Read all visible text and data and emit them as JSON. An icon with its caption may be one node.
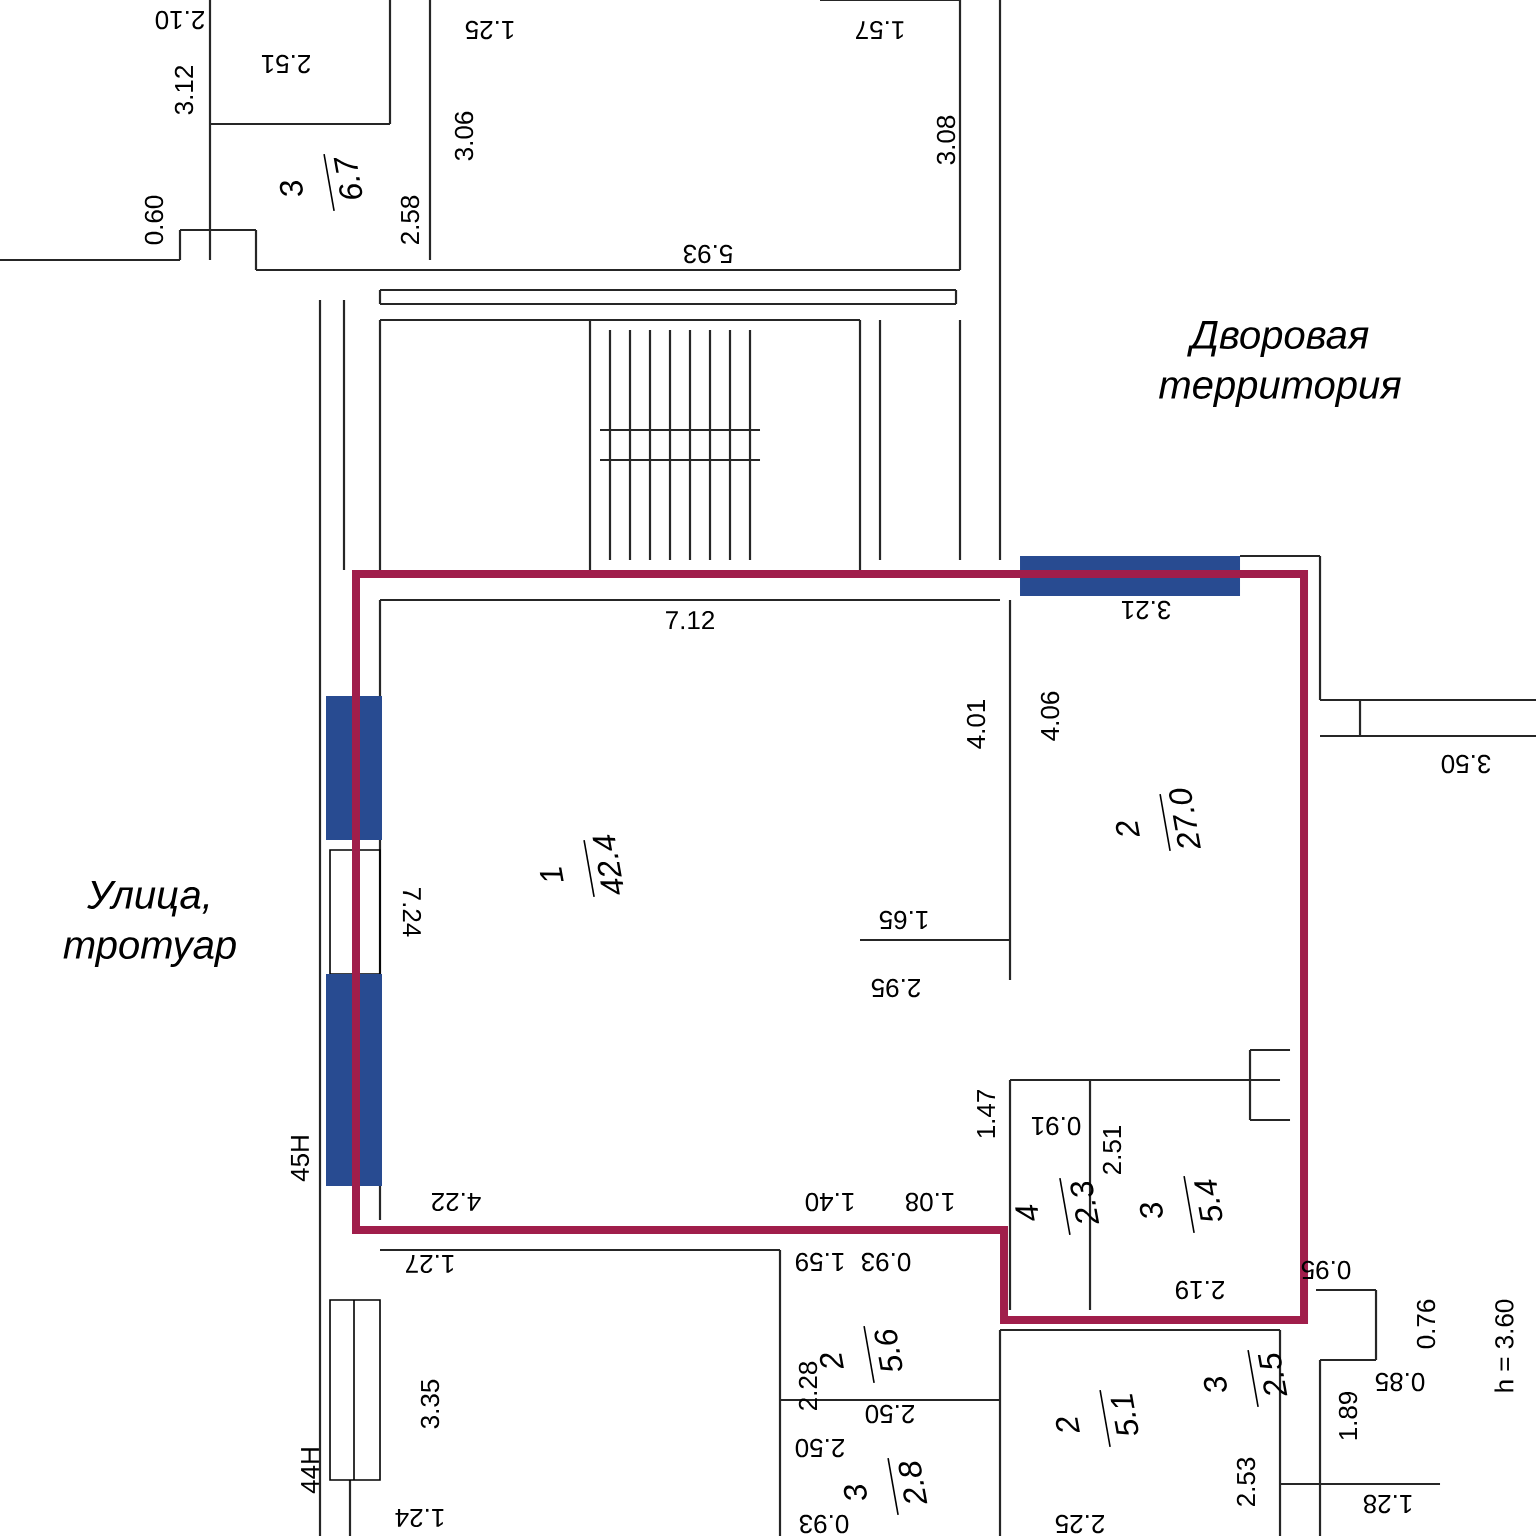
{
  "diagram": {
    "nodes": [
      {
        "text": [
          "3",
          "6.7"
        ]
      },
      {
        "text": [
          "1",
          "42.4"
        ]
      },
      {
        "text": [
          "2",
          "27.0"
        ]
      },
      {
        "text": [
          "4",
          "2.3"
        ]
      },
      {
        "text": [
          "3",
          "5.4"
        ]
      },
      {
        "text": [
          "2",
          "5.6"
        ]
      },
      {
        "text": [
          "3",
          "2.8"
        ]
      },
      {
        "text": [
          "2",
          "5.1"
        ]
      },
      {
        "text": [
          "3",
          "2.5"
        ]
      }
    ],
    "edges": [],
    "labels": [
      "2.10",
      "1.25",
      "1.57",
      "3.12",
      "2.51",
      "3.06",
      "3.08",
      "0.60",
      "2.58",
      "5.93",
      "Дворовая территория",
      "7.12",
      "3.21",
      "4.01",
      "4.06",
      "3.50",
      "Улица, тротуар",
      "7.24",
      "1.65",
      "2.95",
      "45H",
      "1.47",
      "0.91",
      "4.22",
      "1.40",
      "1.08",
      "2.51",
      "1.27",
      "1.59",
      "0.93",
      "2.19",
      "0.95",
      "0.76",
      "h = 3.60",
      "3.35",
      "2.28",
      "2.50",
      "0.85",
      "1.89",
      "2.53",
      "1.28",
      "44H",
      "2.50",
      "1.24",
      "0.93",
      "2.25"
    ]
  }
}
